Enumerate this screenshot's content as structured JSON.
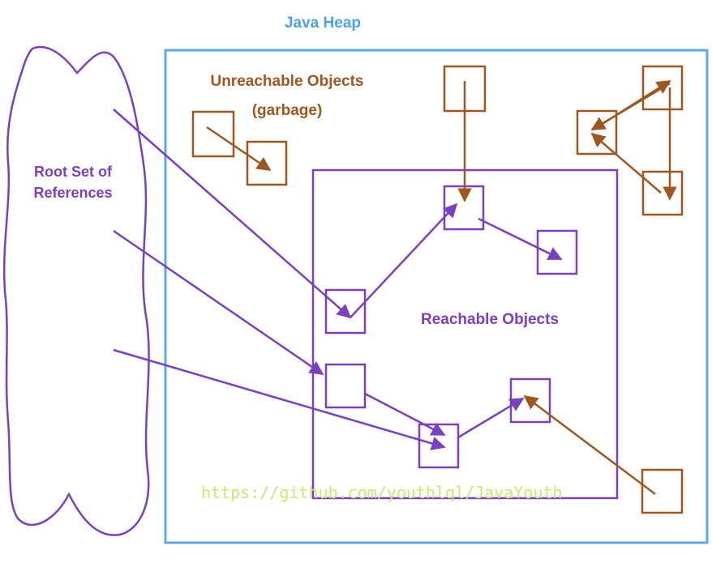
{
  "heap": {
    "title": "Java Heap"
  },
  "root_set": {
    "label_line1": "Root Set of",
    "label_line2": "References"
  },
  "unreachable": {
    "label_line1": "Unreachable Objects",
    "label_line2": "(garbage)"
  },
  "reachable": {
    "label": "Reachable Objects"
  },
  "watermark": {
    "text": "https://github.com/youthlql/JavaYouth"
  },
  "colors": {
    "heap_border": "#5aa8f0",
    "purple": "#7a3fc2",
    "brown": "#a0561f",
    "heap_title": "#4aa3e8",
    "watermark": "#c9ea70"
  }
}
